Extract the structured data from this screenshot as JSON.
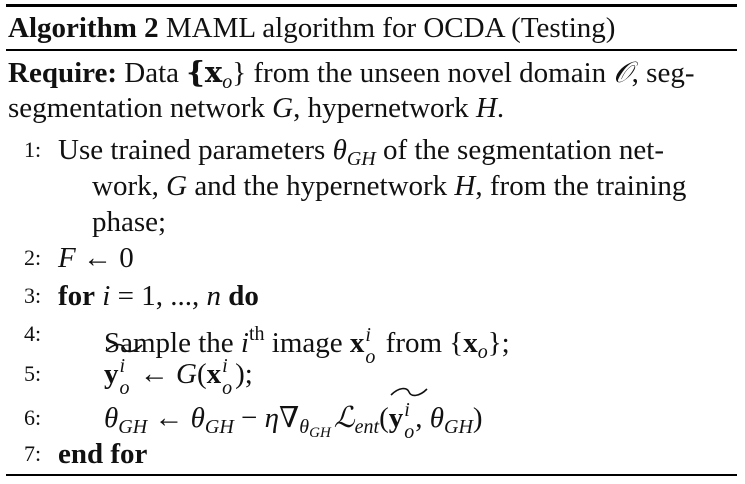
{
  "algorithm": {
    "label": "Algorithm 2",
    "title": "MAML algorithm for OCDA (Testing)"
  },
  "require": {
    "keyword": "Require:",
    "line1_a": "Data",
    "line1_set": "{x",
    "line1_set_sub": "o",
    "line1_set_close": "}",
    "line1_b": "from the unseen novel domain",
    "line1_domain": "𝒪",
    "line1_c": ", seg-",
    "line2": "segmentation network",
    "line2_G": "G",
    "line2_b": ", hypernetwork",
    "line2_H": "H",
    "line2_c": "."
  },
  "steps": [
    {
      "num": "1:",
      "l1_a": "Use trained parameters",
      "l1_theta": "θ",
      "l1_sub": "GH",
      "l1_b": "of the segmentation net-",
      "l2_a": "work,",
      "l2_G": "G",
      "l2_b": "and the hypernetwork",
      "l2_H": "H",
      "l2_c": ", from the training",
      "l3": "phase;"
    },
    {
      "num": "2:",
      "text_F": "F",
      "text_rest": " ← 0"
    },
    {
      "num": "3:",
      "kw_for": "for",
      "var": "i",
      "range": " = 1, ..., ",
      "n": "n",
      "kw_do": "do"
    },
    {
      "num": "4:",
      "a": "Sample the ",
      "i": "i",
      "th": "th",
      "b": " image ",
      "x": "x",
      "x_sup": "i",
      "x_sub": "o",
      "c": " from {",
      "x2": "x",
      "x2_sub": "o",
      "d": "};"
    },
    {
      "num": "5:",
      "y": "y",
      "y_sup": "i",
      "y_sub": "o",
      "arrow": " ← ",
      "G": "G",
      "paren_open": "(",
      "x": "x",
      "x_sup": "i",
      "x_sub": "o",
      "end": ");"
    },
    {
      "num": "6:",
      "theta": "θ",
      "sub": "GH",
      "arrow": " ← ",
      "theta2": "θ",
      "sub2": "GH",
      "minus": " − ",
      "eta": "η",
      "nabla": "∇",
      "nabla_sub": "θ",
      "nabla_sub2": "GH",
      "L": "ℒ",
      "L_sub": "ent",
      "paren_open": "(",
      "y": "y",
      "y_sup": "i",
      "y_sub": "o",
      "comma": ", ",
      "theta3": "θ",
      "sub3": "GH",
      "paren_close": ")"
    },
    {
      "num": "7:",
      "kw": "end for"
    }
  ]
}
